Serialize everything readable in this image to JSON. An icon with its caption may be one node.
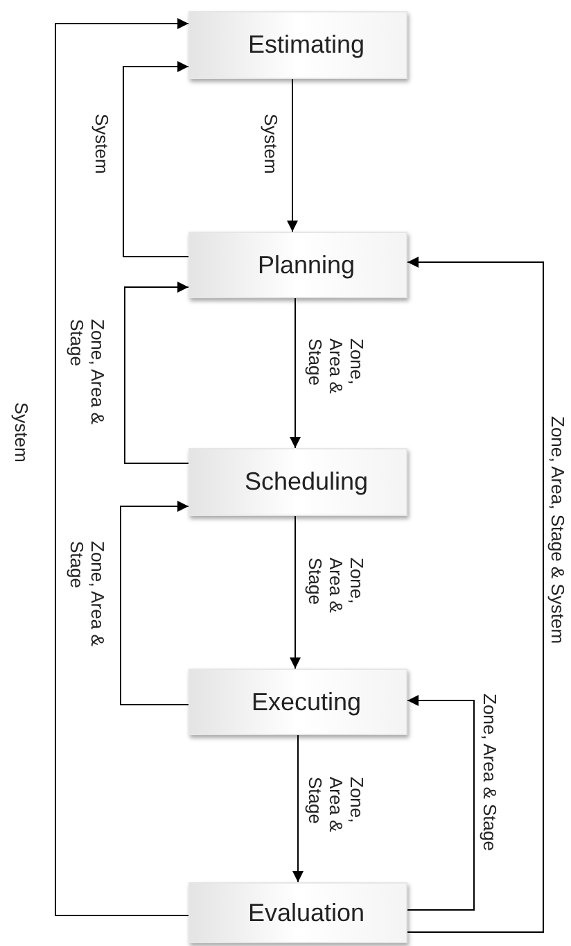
{
  "diagram": {
    "nodes": [
      {
        "text": [
          "Estimating"
        ]
      },
      {
        "text": [
          "Planning"
        ]
      },
      {
        "text": [
          "Scheduling"
        ]
      },
      {
        "text": [
          "Executing"
        ]
      },
      {
        "text": [
          "Evaluation"
        ]
      }
    ],
    "edges": [
      {
        "from": 0,
        "to": 1,
        "arrow": "to",
        "label": "System"
      },
      {
        "from": 1,
        "to": 0,
        "arrow": "to",
        "label": "System"
      },
      {
        "from": 1,
        "to": 2,
        "arrow": "to",
        "label": "Zone, Area & Stage"
      },
      {
        "from": 2,
        "to": 1,
        "arrow": "to",
        "label": "Zone, Area & Stage"
      },
      {
        "from": 2,
        "to": 3,
        "arrow": "to",
        "label": "Zone, Area & Stage"
      },
      {
        "from": 3,
        "to": 2,
        "arrow": "to",
        "label": "Zone, Area & Stage"
      },
      {
        "from": 3,
        "to": 4,
        "arrow": "to",
        "label": "Zone, Area & Stage"
      },
      {
        "from": 4,
        "to": 3,
        "arrow": "to",
        "label": "Zone, Area & Stage"
      },
      {
        "from": 4,
        "to": 1,
        "arrow": "to",
        "label": "Zone, Area, Stage & System"
      },
      {
        "from": 4,
        "to": 0,
        "arrow": "to",
        "label": "System"
      }
    ]
  }
}
